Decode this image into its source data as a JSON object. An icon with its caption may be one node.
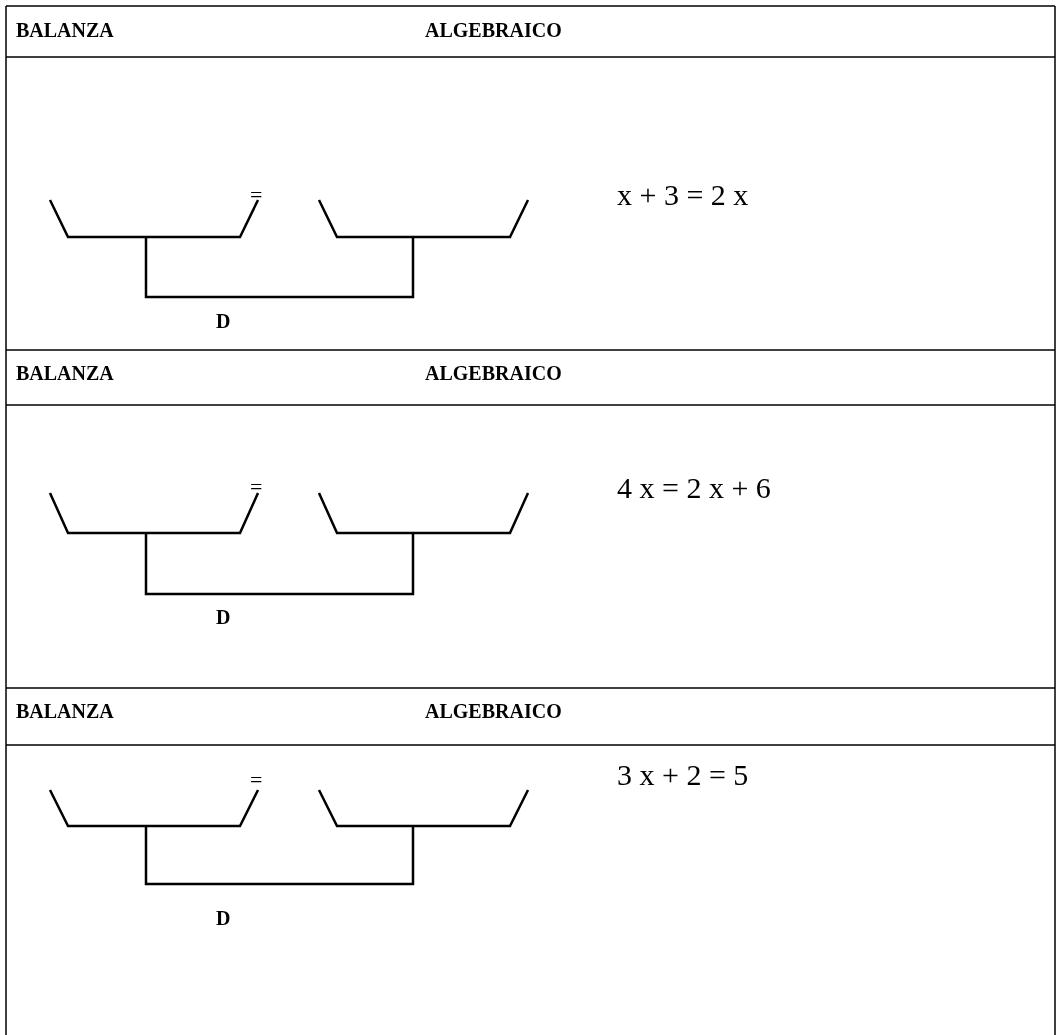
{
  "diagram": {
    "labels": [
      "BALANZA",
      "ALGEBRAICO",
      "=",
      "x + 3 = 2 x",
      "D",
      "BALANZA",
      "ALGEBRAICO",
      "=",
      "4 x = 2 x + 6",
      "D",
      "BALANZA",
      "ALGEBRAICO",
      "=",
      "3 x + 2 = 5",
      "D"
    ]
  }
}
